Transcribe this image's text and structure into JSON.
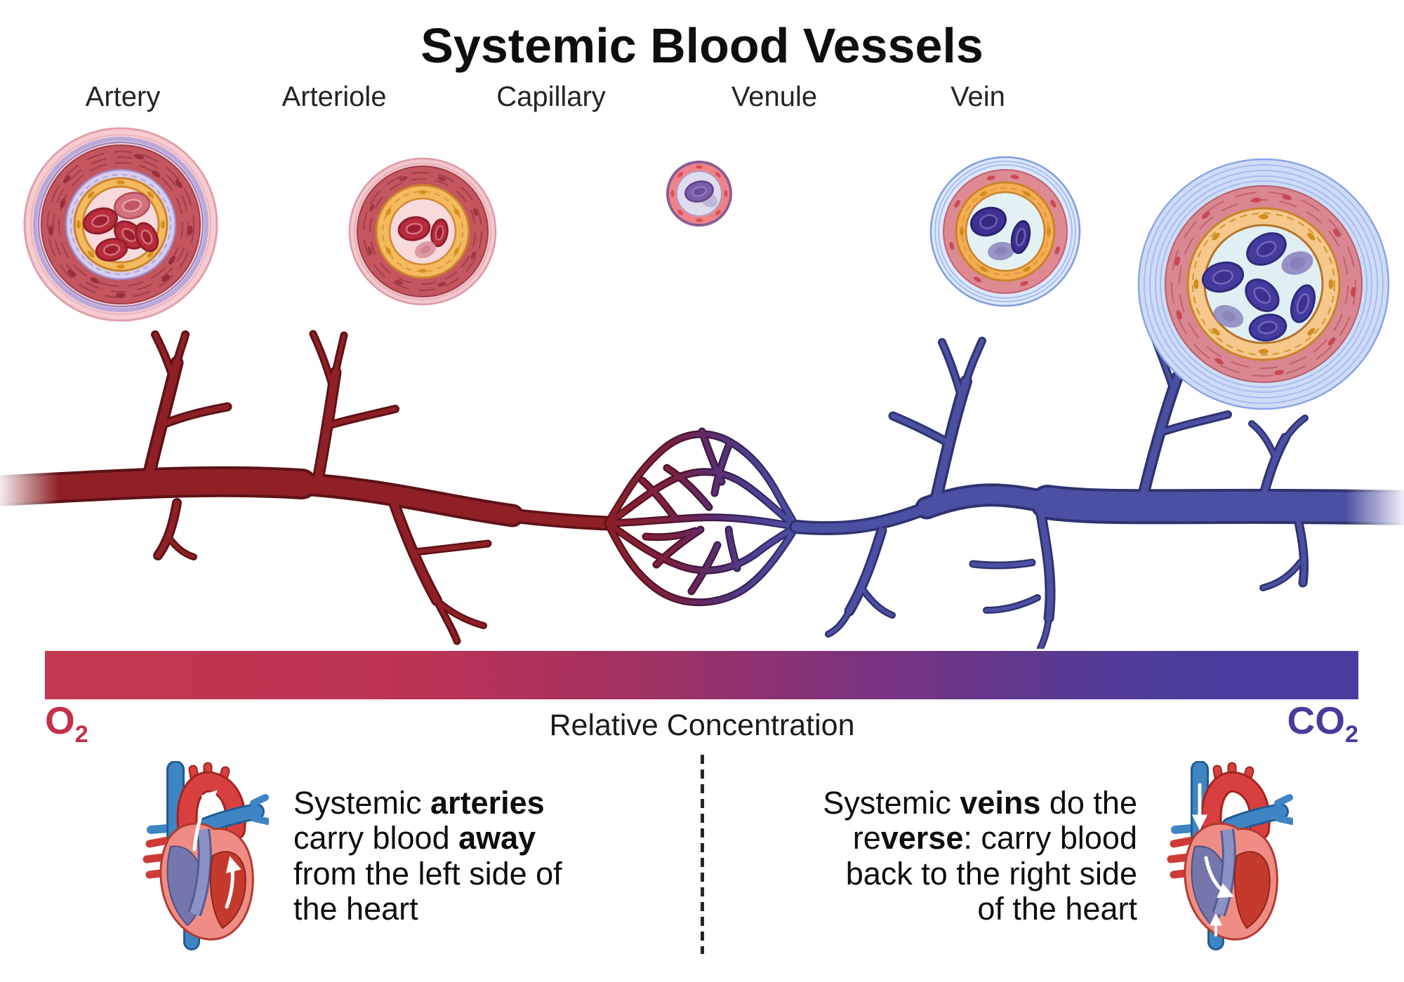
{
  "title": "Systemic Blood Vessels",
  "vessel_labels": [
    "Artery",
    "Arteriole",
    "Capillary",
    "Venule",
    "Vein"
  ],
  "gradient_bar": {
    "caption": "Relative Concentration",
    "o2_base": "O",
    "o2_sub": "2",
    "co2_base": "CO",
    "co2_sub": "2",
    "left_color": "#c5304a",
    "right_color": "#473c9c"
  },
  "annotation_left": {
    "t1": "Systemic ",
    "b1": "arteries",
    "t2": " carry blood ",
    "b2": "away",
    "t3": " from the left side of the heart"
  },
  "annotation_right": {
    "t1": "Systemic ",
    "b1": "veins",
    "t2": " do the re",
    "b2": "verse",
    "t3": ": carry blood back to the right side of the heart"
  },
  "figures": {
    "artery_cross_section": "artery-cross-section-illustration",
    "arteriole_cross_section": "arteriole-cross-section-illustration",
    "capillary_cross_section": "capillary-cross-section-illustration",
    "venule_cross_section": "venule-cross-section-illustration",
    "vein_cross_section": "vein-cross-section-illustration",
    "vessel_branching": "artery-capillary-vein-branching-illustration",
    "heart_left": "heart-arterial-flow-illustration",
    "heart_right": "heart-venous-flow-illustration",
    "artery_color": "#8e2026",
    "vein_color": "#4b50a3"
  }
}
